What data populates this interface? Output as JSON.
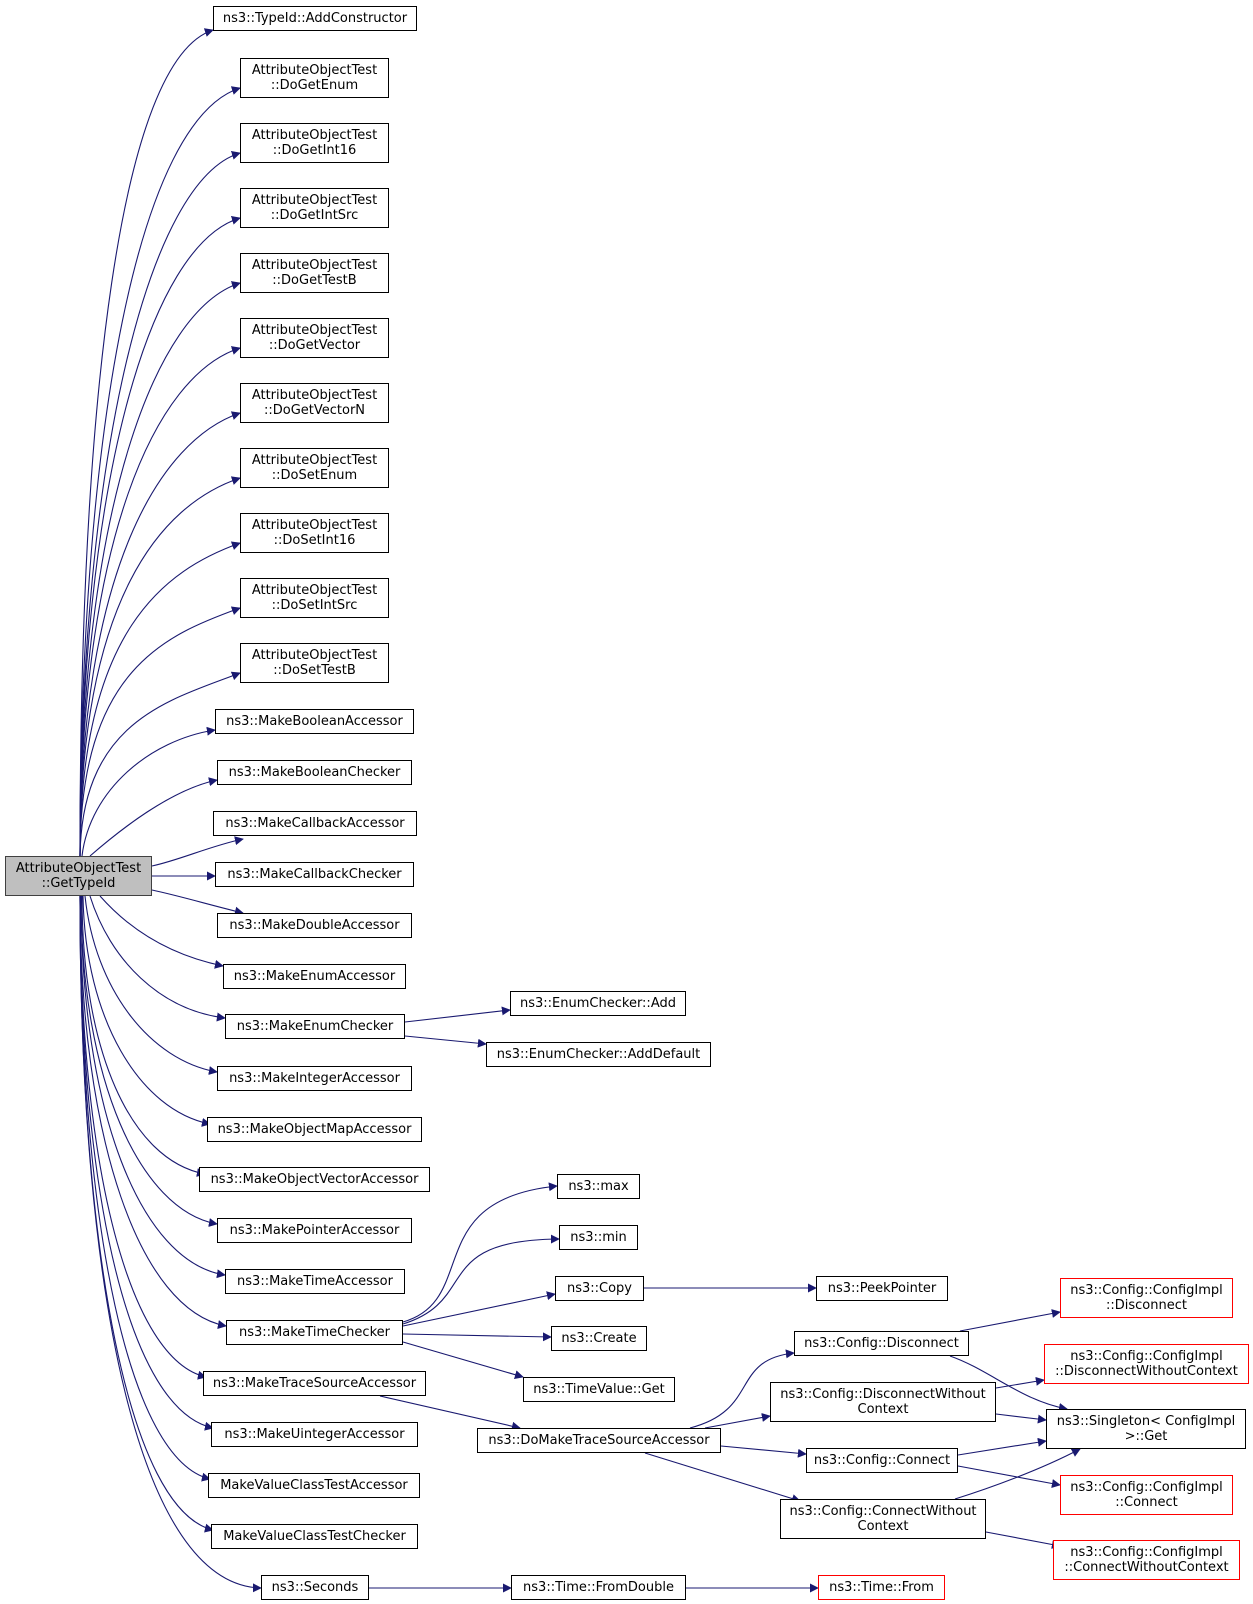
{
  "graph": {
    "root": {
      "line1": "AttributeObjectTest",
      "line2": "::GetTypeId"
    },
    "nodes": {
      "add_constructor": "ns3::TypeId::AddConstructor",
      "do_get_enum": [
        "AttributeObjectTest",
        "::DoGetEnum"
      ],
      "do_get_int16": [
        "AttributeObjectTest",
        "::DoGetInt16"
      ],
      "do_get_int_src": [
        "AttributeObjectTest",
        "::DoGetIntSrc"
      ],
      "do_get_test_b": [
        "AttributeObjectTest",
        "::DoGetTestB"
      ],
      "do_get_vector": [
        "AttributeObjectTest",
        "::DoGetVector"
      ],
      "do_get_vector_n": [
        "AttributeObjectTest",
        "::DoGetVectorN"
      ],
      "do_set_enum": [
        "AttributeObjectTest",
        "::DoSetEnum"
      ],
      "do_set_int16": [
        "AttributeObjectTest",
        "::DoSetInt16"
      ],
      "do_set_int_src": [
        "AttributeObjectTest",
        "::DoSetIntSrc"
      ],
      "do_set_test_b": [
        "AttributeObjectTest",
        "::DoSetTestB"
      ],
      "make_boolean_accessor": "ns3::MakeBooleanAccessor",
      "make_boolean_checker": "ns3::MakeBooleanChecker",
      "make_callback_accessor": "ns3::MakeCallbackAccessor",
      "make_callback_checker": "ns3::MakeCallbackChecker",
      "make_double_accessor": "ns3::MakeDoubleAccessor",
      "make_enum_accessor": "ns3::MakeEnumAccessor",
      "make_enum_checker": "ns3::MakeEnumChecker",
      "make_integer_accessor": "ns3::MakeIntegerAccessor",
      "make_object_map_accessor": "ns3::MakeObjectMapAccessor",
      "make_object_vector_accessor": "ns3::MakeObjectVectorAccessor",
      "make_pointer_accessor": "ns3::MakePointerAccessor",
      "make_time_accessor": "ns3::MakeTimeAccessor",
      "make_time_checker": "ns3::MakeTimeChecker",
      "make_trace_source_accessor": "ns3::MakeTraceSourceAccessor",
      "make_uinteger_accessor": "ns3::MakeUintegerAccessor",
      "make_value_class_test_accessor": "MakeValueClassTestAccessor",
      "make_value_class_test_checker": "MakeValueClassTestChecker",
      "seconds": "ns3::Seconds",
      "enum_checker_add": "ns3::EnumChecker::Add",
      "enum_checker_add_default": "ns3::EnumChecker::AddDefault",
      "max": "ns3::max",
      "min": "ns3::min",
      "copy": "ns3::Copy",
      "create": "ns3::Create",
      "time_value_get": "ns3::TimeValue::Get",
      "peek_pointer": "ns3::PeekPointer",
      "do_make_trace_source_accessor": "ns3::DoMakeTraceSourceAccessor",
      "config_disconnect": "ns3::Config::Disconnect",
      "config_disconnect_without_context": [
        "ns3::Config::DisconnectWithout",
        "Context"
      ],
      "config_connect": "ns3::Config::Connect",
      "config_connect_without_context": [
        "ns3::Config::ConnectWithout",
        "Context"
      ],
      "config_impl_disconnect": [
        "ns3::Config::ConfigImpl",
        "::Disconnect"
      ],
      "config_impl_disconnect_without_context": [
        "ns3::Config::ConfigImpl",
        "::DisconnectWithoutContext"
      ],
      "singleton_get": [
        "ns3::Singleton< ConfigImpl",
        ">::Get"
      ],
      "config_impl_connect": [
        "ns3::Config::ConfigImpl",
        "::Connect"
      ],
      "config_impl_connect_without_context": [
        "ns3::Config::ConfigImpl",
        "::ConnectWithoutContext"
      ],
      "time_from_double": "ns3::Time::FromDouble",
      "time_from": "ns3::Time::From"
    },
    "colors": {
      "edge": "#191970",
      "root_fill": "#bfbfbf",
      "node_border": "#000000",
      "truncated_border": "#ff0000"
    }
  }
}
